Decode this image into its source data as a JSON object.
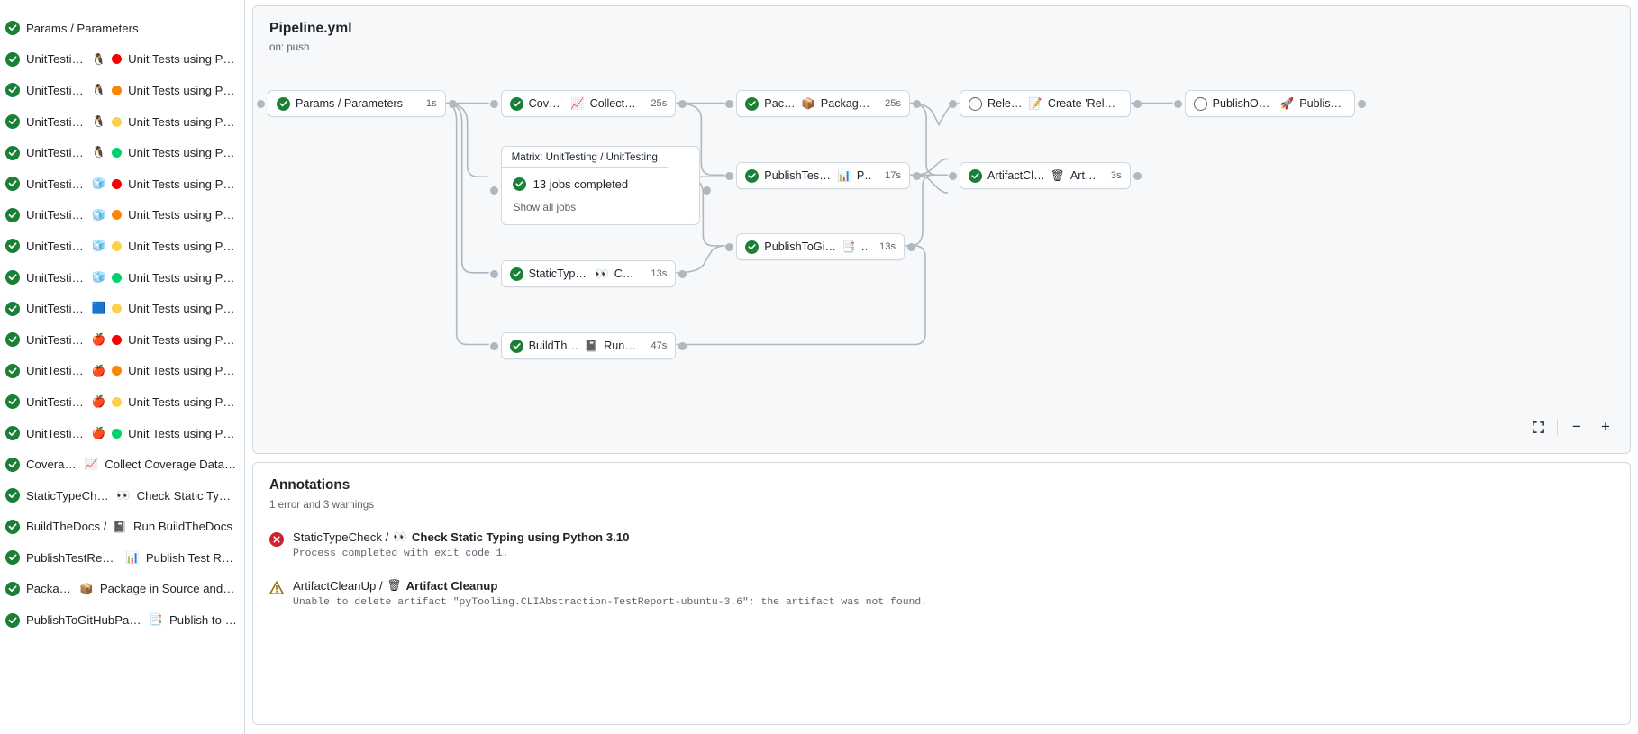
{
  "sidebar": {
    "jobs": [
      {
        "status": "success",
        "name": "Params / Parameters",
        "emoji": "",
        "dot": ""
      },
      {
        "status": "success",
        "name": "UnitTesting / ",
        "emoji": "🐧",
        "dot": "#f40000",
        "suffix": "Unit Tests using Pyth..."
      },
      {
        "status": "success",
        "name": "UnitTesting / ",
        "emoji": "🐧",
        "dot": "#fb8500",
        "suffix": "Unit Tests using Pyth..."
      },
      {
        "status": "success",
        "name": "UnitTesting / ",
        "emoji": "🐧",
        "dot": "#fbd14b",
        "suffix": "Unit Tests using Pyth..."
      },
      {
        "status": "success",
        "name": "UnitTesting / ",
        "emoji": "🐧",
        "dot": "#00d26a",
        "suffix": "Unit Tests using Pyth..."
      },
      {
        "status": "success",
        "name": "UnitTesting / ",
        "emoji": "🧊",
        "dot": "#f40000",
        "suffix": "Unit Tests using Pyth..."
      },
      {
        "status": "success",
        "name": "UnitTesting / ",
        "emoji": "🧊",
        "dot": "#fb8500",
        "suffix": "Unit Tests using Pyth..."
      },
      {
        "status": "success",
        "name": "UnitTesting / ",
        "emoji": "🧊",
        "dot": "#fbd14b",
        "suffix": "Unit Tests using Pyth..."
      },
      {
        "status": "success",
        "name": "UnitTesting / ",
        "emoji": "🧊",
        "dot": "#00d26a",
        "suffix": "Unit Tests using Pyth..."
      },
      {
        "status": "success",
        "name": "UnitTesting / ",
        "emoji": "🟦",
        "dot": "#fbd14b",
        "suffix": "Unit Tests using Pyth..."
      },
      {
        "status": "success",
        "name": "UnitTesting / ",
        "emoji": "🍎",
        "dot": "#f40000",
        "suffix": "Unit Tests using Pyth..."
      },
      {
        "status": "success",
        "name": "UnitTesting / ",
        "emoji": "🍎",
        "dot": "#fb8500",
        "suffix": "Unit Tests using Pyth..."
      },
      {
        "status": "success",
        "name": "UnitTesting / ",
        "emoji": "🍎",
        "dot": "#fbd14b",
        "suffix": "Unit Tests using Pyth..."
      },
      {
        "status": "success",
        "name": "UnitTesting / ",
        "emoji": "🍎",
        "dot": "#00d26a",
        "suffix": "Unit Tests using Pyth..."
      },
      {
        "status": "success",
        "name": "Coverage / ",
        "emoji": "📈",
        "dot": "",
        "suffix": "Collect Coverage Data usi..."
      },
      {
        "status": "success",
        "name": "StaticTypeCheck / ",
        "emoji": "👀",
        "dot": "",
        "suffix": "Check Static Typing..."
      },
      {
        "status": "success",
        "name": "BuildTheDocs / ",
        "emoji": "📓",
        "dot": "",
        "suffix": "Run BuildTheDocs"
      },
      {
        "status": "success",
        "name": "PublishTestResults / ",
        "emoji": "📊",
        "dot": "",
        "suffix": "Publish Test Resu..."
      },
      {
        "status": "success",
        "name": "Package / ",
        "emoji": "📦",
        "dot": "",
        "suffix": "Package in Source and Wh..."
      },
      {
        "status": "success",
        "name": "PublishToGitHubPages / ",
        "emoji": "📑",
        "dot": "",
        "suffix": "Publish to G..."
      }
    ]
  },
  "graph": {
    "title": "Pipeline.yml",
    "trigger": "on: push",
    "nodes": [
      {
        "id": "params",
        "status": "success",
        "label": "Params / Parameters",
        "emoji": "",
        "duration": "1s"
      },
      {
        "id": "coverage",
        "status": "success",
        "label": "Coverage / ",
        "emoji": "📈",
        "suffix": "Collect Cove...",
        "duration": "25s"
      },
      {
        "id": "statictypecheck",
        "status": "success",
        "label": "StaticTypeCheck / ",
        "emoji": "👀",
        "suffix": "Chec...",
        "duration": "13s"
      },
      {
        "id": "buildthedocs",
        "status": "success",
        "label": "BuildTheDocs / ",
        "emoji": "📓",
        "suffix": "Run Buil...",
        "duration": "47s"
      },
      {
        "id": "package",
        "status": "success",
        "label": "Package / ",
        "emoji": "📦",
        "suffix": "Package in So...",
        "duration": "25s"
      },
      {
        "id": "publishtestresults",
        "status": "success",
        "label": "PublishTestResults / ",
        "emoji": "📊",
        "suffix": "Pu...",
        "duration": "17s"
      },
      {
        "id": "publishtogithubpages",
        "status": "success",
        "label": "PublishToGitHubPages / ",
        "emoji": "📑",
        "suffix": "...",
        "duration": "13s"
      },
      {
        "id": "artifactcleanup",
        "status": "success",
        "label": "ArtifactCleanUp / ",
        "emoji": "🗑",
        "suffix": "Artifac...",
        "duration": "3s"
      },
      {
        "id": "release",
        "status": "pending",
        "label": "Release / ",
        "emoji": "📝",
        "suffix": "Create 'Release P...",
        "duration": ""
      },
      {
        "id": "publishonpypi",
        "status": "pending",
        "label": "PublishOnPyPI / ",
        "emoji": "🚀",
        "suffix": "Publish to ...",
        "duration": ""
      }
    ],
    "matrix": {
      "tab_label": "Matrix: UnitTesting / UnitTesting",
      "status": "success",
      "summary": "13 jobs completed",
      "show_all": "Show all jobs"
    },
    "zoom": {
      "fit_title": "Fit to screen",
      "minus": "−",
      "plus": "+"
    }
  },
  "annotations": {
    "title": "Annotations",
    "subtitle": "1 error and 3 warnings",
    "items": [
      {
        "severity": "error",
        "job": "StaticTypeCheck / ",
        "emoji": "👀",
        "step": "Check Static Typing using Python 3.10",
        "message": "Process completed with exit code 1."
      },
      {
        "severity": "warning",
        "job": "ArtifactCleanUp / ",
        "emoji": "🗑",
        "step": "Artifact Cleanup",
        "message": "Unable to delete artifact \"pyTooling.CLIAbstraction-TestReport-ubuntu-3.6\"; the artifact was not found."
      }
    ]
  },
  "colors": {
    "success": "#1a7f37",
    "error": "#cf222e",
    "warning": "#9a6700",
    "border": "#d1d9e0",
    "muted": "#59636e",
    "canvas": "#f6f8fa"
  }
}
